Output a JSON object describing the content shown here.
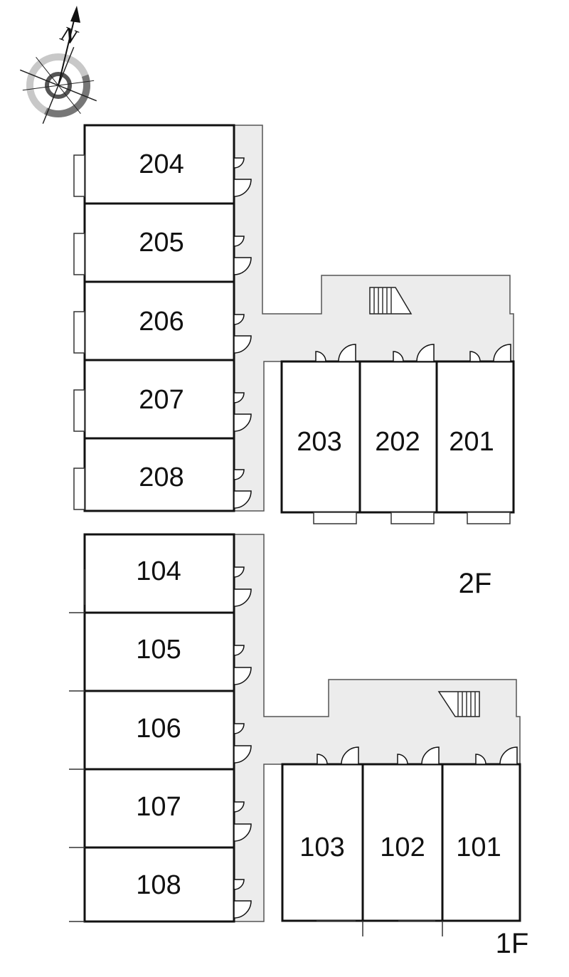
{
  "compass": {
    "north_label": "N"
  },
  "floors": [
    {
      "id": "2f",
      "label": "2F",
      "units": [
        {
          "number": "204",
          "side": "west"
        },
        {
          "number": "205",
          "side": "west"
        },
        {
          "number": "206",
          "side": "west"
        },
        {
          "number": "207",
          "side": "west"
        },
        {
          "number": "208",
          "side": "west"
        },
        {
          "number": "203",
          "side": "south"
        },
        {
          "number": "202",
          "side": "south"
        },
        {
          "number": "201",
          "side": "south"
        }
      ]
    },
    {
      "id": "1f",
      "label": "1F",
      "units": [
        {
          "number": "104",
          "side": "west"
        },
        {
          "number": "105",
          "side": "west"
        },
        {
          "number": "106",
          "side": "west"
        },
        {
          "number": "107",
          "side": "west"
        },
        {
          "number": "108",
          "side": "west"
        },
        {
          "number": "103",
          "side": "south"
        },
        {
          "number": "102",
          "side": "south"
        },
        {
          "number": "101",
          "side": "south"
        }
      ]
    }
  ],
  "colors": {
    "corridor": "#ececec",
    "wall": "#111111",
    "compass_ring": "#8a8a8a"
  }
}
